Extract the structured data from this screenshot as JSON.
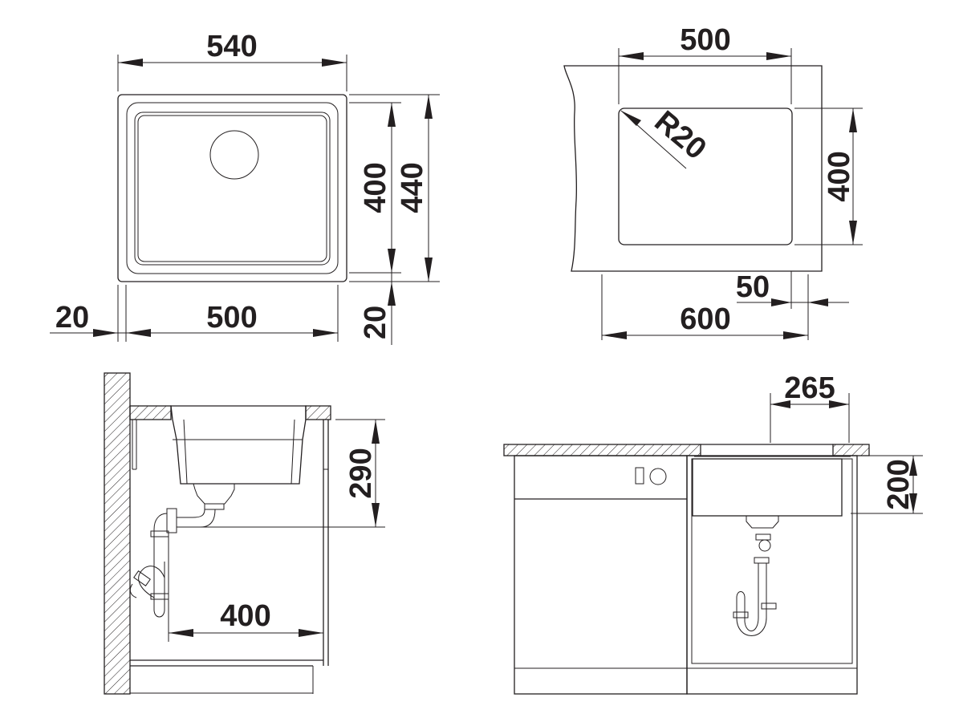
{
  "drawing": {
    "colors": {
      "line": "#231f20",
      "background": "#ffffff"
    },
    "top_view": {
      "overall_width": "540",
      "overall_depth": "440",
      "bowl_width": "500",
      "bowl_depth": "400",
      "rim_left": "20",
      "rim_bottom": "20"
    },
    "cutout_view": {
      "cutout_width": "500",
      "corner_radius": "R20",
      "cutout_depth": "400",
      "cabinet_width": "600",
      "edge_offset": "50"
    },
    "side_view": {
      "bowl_depth_below": "290",
      "drain_offset": "400"
    },
    "front_view": {
      "drain_from_edge": "265",
      "bowl_height": "200"
    }
  }
}
